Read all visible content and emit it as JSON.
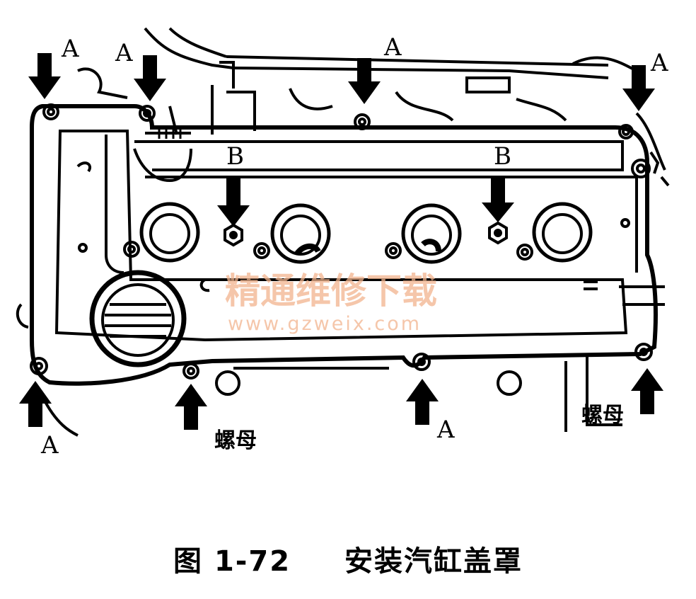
{
  "figure": {
    "label_a": "A",
    "label_b": "B",
    "nut_label": "螺母",
    "watermark_cn": "精通维修下载",
    "watermark_url": "www.gzweix.com"
  },
  "caption": {
    "number": "图 1-72",
    "title": "安装汽缸盖罩"
  }
}
